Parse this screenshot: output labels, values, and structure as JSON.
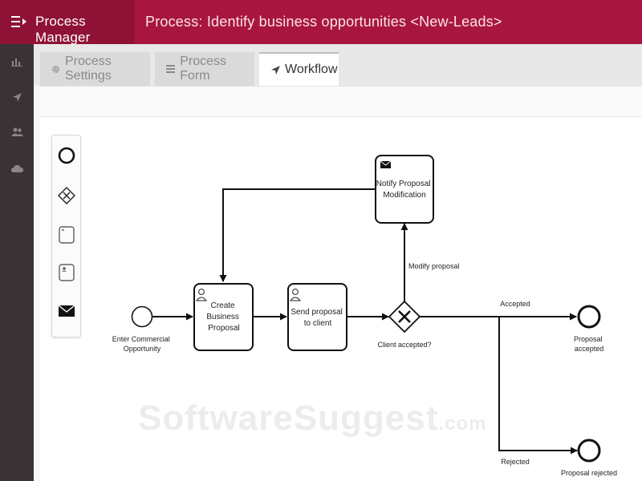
{
  "app": {
    "title": "Process Manager"
  },
  "page": {
    "title": "Process: Identify business opportunities <New-Leads>"
  },
  "tabs": [
    {
      "label": "Process Settings",
      "icon": "gear-icon",
      "active": false
    },
    {
      "label": "Process Form",
      "icon": "list-icon",
      "active": false
    },
    {
      "label": "Workflow",
      "icon": "arrow-icon",
      "active": true
    }
  ],
  "sidebar": {
    "items": [
      {
        "icon": "chart-icon"
      },
      {
        "icon": "rocket-icon"
      },
      {
        "icon": "users-icon"
      },
      {
        "icon": "cloud-icon"
      }
    ]
  },
  "palette": {
    "items": [
      {
        "icon": "event-circle-icon"
      },
      {
        "icon": "gateway-diamond-icon"
      },
      {
        "icon": "task-icon"
      },
      {
        "icon": "user-task-icon"
      },
      {
        "icon": "message-event-icon"
      }
    ]
  },
  "workflow": {
    "start_event": "Enter Commercial Opportunity",
    "task_create": [
      "Create",
      "Business",
      "Proposal"
    ],
    "task_send": [
      "Send proposal",
      "to client"
    ],
    "task_notify": [
      "Notify Proposal",
      "Modification"
    ],
    "gateway": "Client accepted?",
    "flow_modify": "Modify proposal",
    "flow_accepted": "Accepted",
    "flow_rejected": "Rejected",
    "end_accepted": [
      "Proposal",
      "accepted"
    ],
    "end_rejected": "Proposal rejected",
    "start_event_lines": [
      "Enter Commercial",
      "Opportunity"
    ]
  },
  "watermark": {
    "main": "SoftwareSuggest",
    "suffix": ".com"
  },
  "colors": {
    "brand": "#a8163f",
    "sidebar": "#3b3236"
  }
}
